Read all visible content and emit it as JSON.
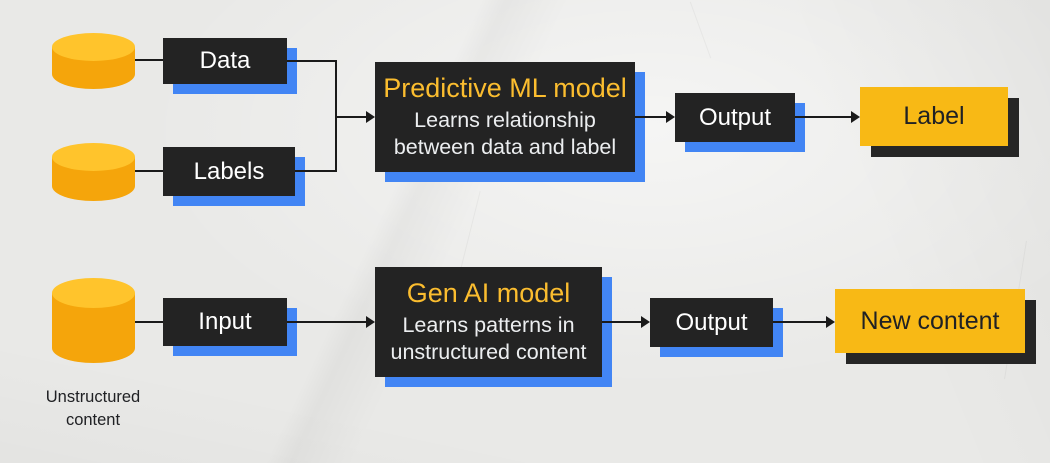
{
  "colors": {
    "background": "#e9e9e7",
    "box_dark": "#232323",
    "shadow_blue": "#4285f4",
    "shadow_dark": "#262626",
    "box_yellow": "#f8b915",
    "title_yellow": "#fbbd2f",
    "text_light": "#eceef0",
    "text_dark": "#202124",
    "cylinder_top": "#ffc42c",
    "cylinder_body": "#f5a50b",
    "connector": "#1a1a1a"
  },
  "row1": {
    "source1_label": "Data",
    "source2_label": "Labels",
    "model_title": "Predictive ML model",
    "model_desc_line1": "Learns relationship",
    "model_desc_line2": "between data and label",
    "output_label": "Output",
    "result_label": "Label"
  },
  "row2": {
    "caption_line1": "Unstructured",
    "caption_line2": "content",
    "input_label": "Input",
    "model_title": "Gen AI model",
    "model_desc_line1": "Learns patterns in",
    "model_desc_line2": "unstructured content",
    "output_label": "Output",
    "result_label": "New content"
  }
}
